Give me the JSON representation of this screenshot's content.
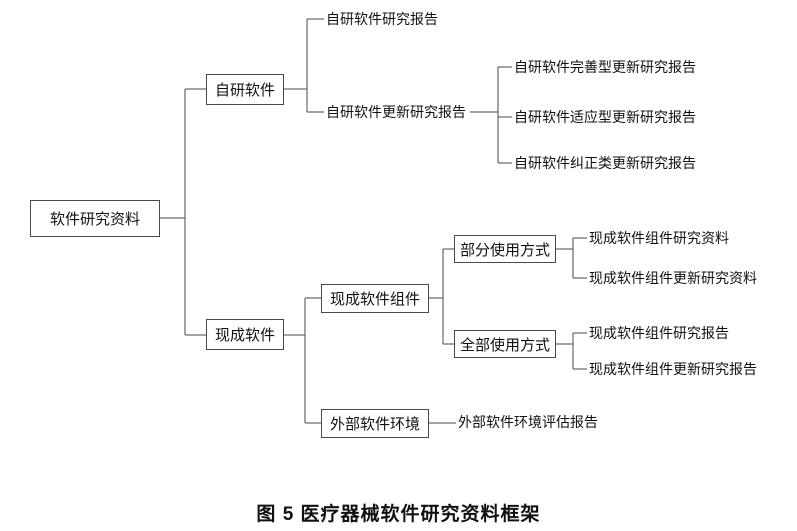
{
  "caption": "图 5  医疗器械软件研究资料框架",
  "line_color": "#4a4a4a",
  "nodes": {
    "root": "软件研究资料",
    "self_dev": "自研软件",
    "self_dev_report": "自研软件研究报告",
    "self_dev_update_report": "自研软件更新研究报告",
    "update_perfective": "自研软件完善型更新研究报告",
    "update_adaptive": "自研软件适应型更新研究报告",
    "update_corrective": "自研软件纠正类更新研究报告",
    "off_the_shelf": "现成软件",
    "ots_component": "现成软件组件",
    "partial_use": "部分使用方式",
    "partial_material": "现成软件组件研究资料",
    "partial_update_material": "现成软件组件更新研究资料",
    "full_use": "全部使用方式",
    "full_report": "现成软件组件研究报告",
    "full_update_report": "现成软件组件更新研究报告",
    "ext_env": "外部软件环境",
    "ext_env_report": "外部软件环境评估报告"
  }
}
